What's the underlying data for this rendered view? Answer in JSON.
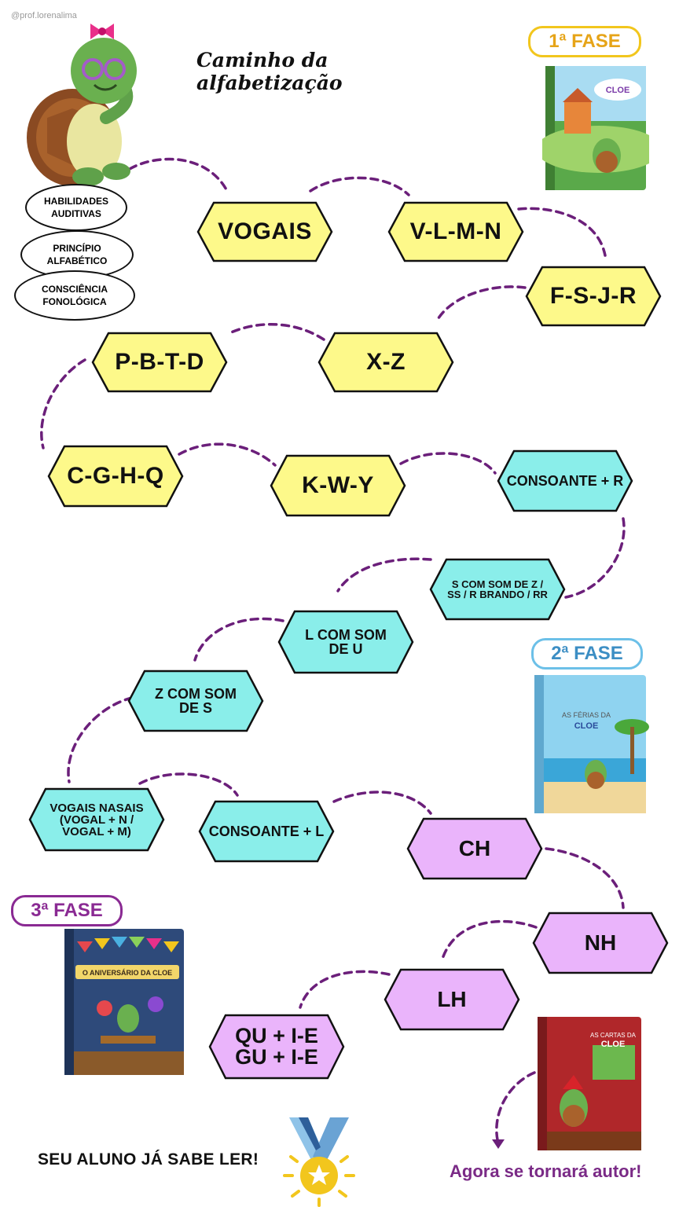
{
  "credit": "@prof.lorenalima",
  "title": "Caminho da alfabetização",
  "phases": {
    "p1": "1ª FASE",
    "p2": "2ª FASE",
    "p3": "3ª FASE"
  },
  "foundation": {
    "s1": "HABILIDADES\nAUDITIVAS",
    "s2": "PRINCÍPIO\nALFABÉTICO",
    "s3": "CONSCIÊNCIA\nFONOLÓGICA"
  },
  "steps": {
    "vogais": "VOGAIS",
    "vlmn": "V-L-M-N",
    "fsjr": "F-S-J-R",
    "xz": "X-Z",
    "pbtd": "P-B-T-D",
    "cghq": "C-G-H-Q",
    "kwy": "K-W-Y",
    "consr": "CONSOANTE + R",
    "szss": "S COM SOM DE Z /\nSS / R BRANDO / RR",
    "lsomu": "L COM SOM\nDE U",
    "zsoms": "Z COM SOM\nDE S",
    "nasais": "VOGAIS NASAIS\n(VOGAL + N /\nVOGAL + M)",
    "consl": "CONSOANTE + L",
    "ch": "CH",
    "nh": "NH",
    "lh": "LH",
    "qugu": "QU + I-E\nGU + I-E"
  },
  "books": {
    "b1_title": "CLOE",
    "b2_title": "AS FÉRIAS DA\nCLOE",
    "b3_title": "O ANIVERSÁRIO DA CLOE",
    "b4_title": "AS CARTAS DA\nCLOE"
  },
  "footer": {
    "left": "SEU ALUNO JÁ SABE LER!",
    "right": "Agora se tornará autor!"
  },
  "colors": {
    "yellow": "#fdf98a",
    "cyan": "#8aeeea",
    "violet": "#eab4fb",
    "path": "#6b1f7a",
    "p1": "#f2c61d",
    "p2": "#5fb6e0",
    "p3": "#8a2a93"
  }
}
